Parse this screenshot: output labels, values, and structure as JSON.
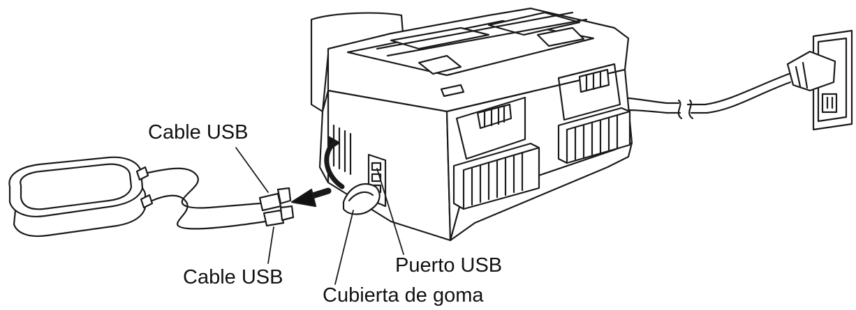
{
  "labels": {
    "usb_cable_top": "Cable USB",
    "usb_cable_bottom": "Cable USB",
    "usb_port": "Puerto USB",
    "rubber_cover": "Cubierta de goma"
  },
  "colors": {
    "line": "#1a1a1a",
    "fill": "#ffffff",
    "arrow": "#111111"
  }
}
